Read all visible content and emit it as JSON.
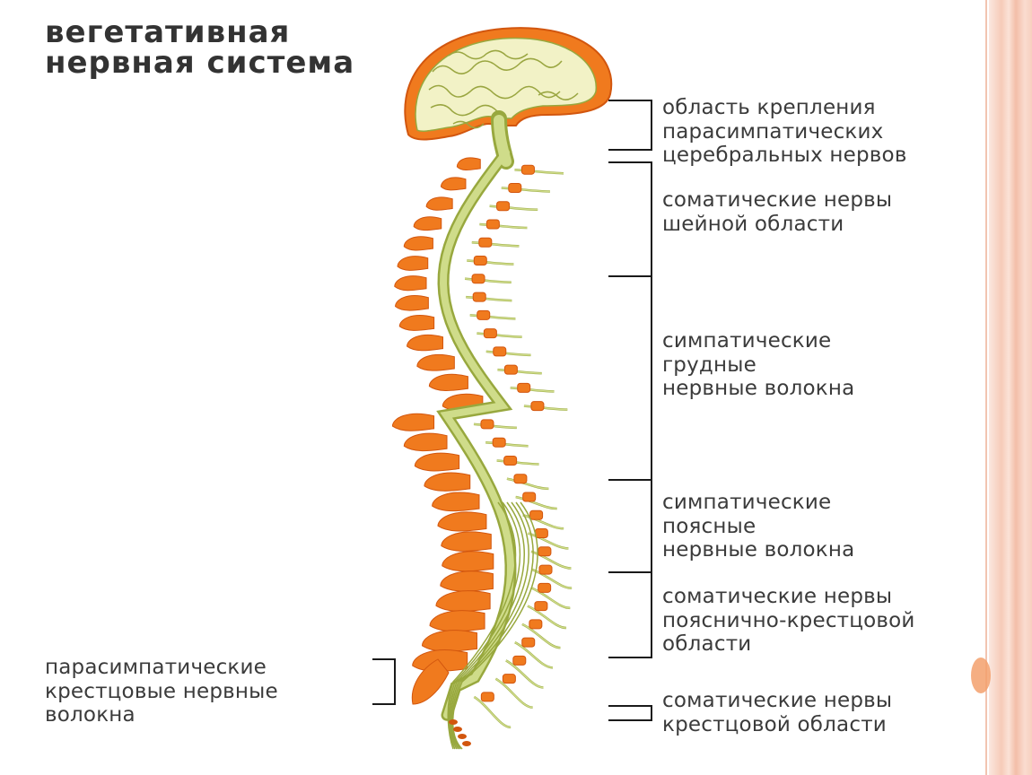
{
  "title": {
    "line1": "вегетативная",
    "line2": "нервная система"
  },
  "labels_right": [
    {
      "lines": [
        "область крепления",
        "парасимпатических",
        "церебральных нервов"
      ]
    },
    {
      "lines": [
        "соматические нервы",
        "шейной области"
      ]
    },
    {
      "lines": [
        "симпатические",
        "грудные",
        "нервные волокна"
      ]
    },
    {
      "lines": [
        "симпатические",
        "поясные",
        "нервные волокна"
      ]
    },
    {
      "lines": [
        "соматические нервы",
        "пояснично-крестцовой",
        "области"
      ]
    },
    {
      "lines": [
        "соматические нервы",
        "крестцовой области"
      ]
    }
  ],
  "labels_left": [
    {
      "lines": [
        "парасимпатические",
        "крестцовые нервные",
        "волокна"
      ]
    }
  ],
  "colors": {
    "vertebra": "#f07a1e",
    "vertebra_dark": "#d2560e",
    "nerve": "#cfdc8a",
    "nerve_dark": "#98a83e",
    "brain_fill": "#f2f2c6",
    "bracket": "#1a1a1a"
  }
}
